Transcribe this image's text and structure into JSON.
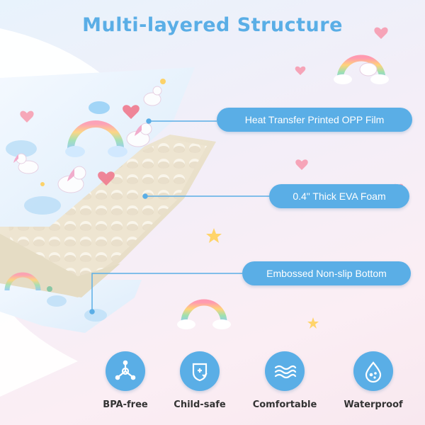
{
  "title": "Multi-layered Structure",
  "layers": [
    {
      "label": "Heat Transfer Printed OPP Film"
    },
    {
      "label": "0.4\" Thick EVA Foam"
    },
    {
      "label": "Embossed Non-slip Bottom"
    }
  ],
  "features": [
    {
      "label": "BPA-free",
      "icon": "molecule-icon"
    },
    {
      "label": "Child-safe",
      "icon": "shield-plus-icon"
    },
    {
      "label": "Comfortable",
      "icon": "waves-icon"
    },
    {
      "label": "Waterproof",
      "icon": "droplet-icon"
    }
  ],
  "colors": {
    "accent": "#5aaee6",
    "foam": "#ece3cf",
    "text_dark": "#333333"
  }
}
